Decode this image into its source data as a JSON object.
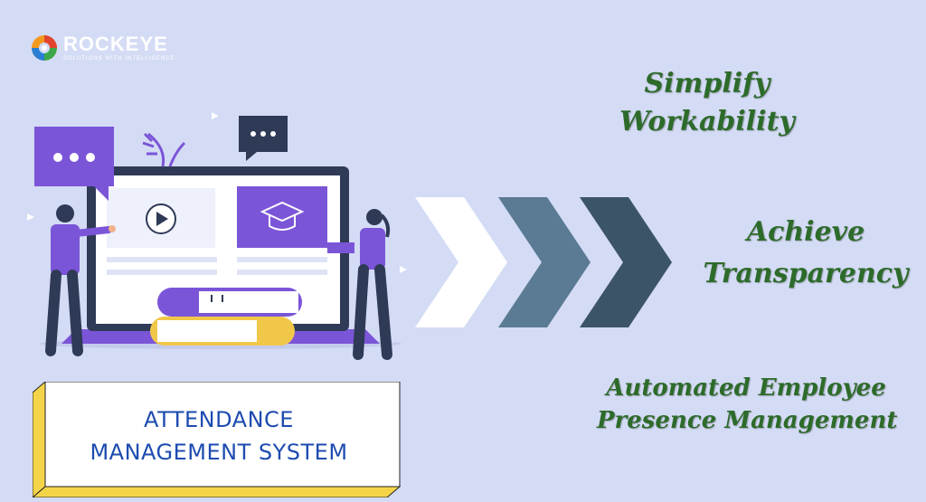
{
  "brand": {
    "name": "ROCKEYE",
    "tagline": "SOLUTIONS WITH INTELLIGENCE",
    "logo_icon": "swirl-logo-icon"
  },
  "title": {
    "line1": "ATTENDANCE",
    "line2": "MANAGEMENT SYSTEM"
  },
  "benefits": [
    {
      "line1": "Simplify",
      "line2": "Workability"
    },
    {
      "line1": "Achieve",
      "line2": "Transparency"
    },
    {
      "line1": "Automated Employee",
      "line2": "Presence Management"
    }
  ],
  "colors": {
    "background": "#d4dbf5",
    "accent_purple": "#7b55d8",
    "navy": "#2f3a56",
    "benefit_text": "#2d6b2a",
    "title_text": "#1d4bb0",
    "title_box_yellow": "#f4d54a",
    "chevron_1": "#ffffff",
    "chevron_2": "#5b7a93",
    "chevron_3": "#3c5468"
  },
  "icons": [
    "chat-dots-icon",
    "play-icon",
    "graduation-cap-icon",
    "arrow-chevron-icon"
  ]
}
